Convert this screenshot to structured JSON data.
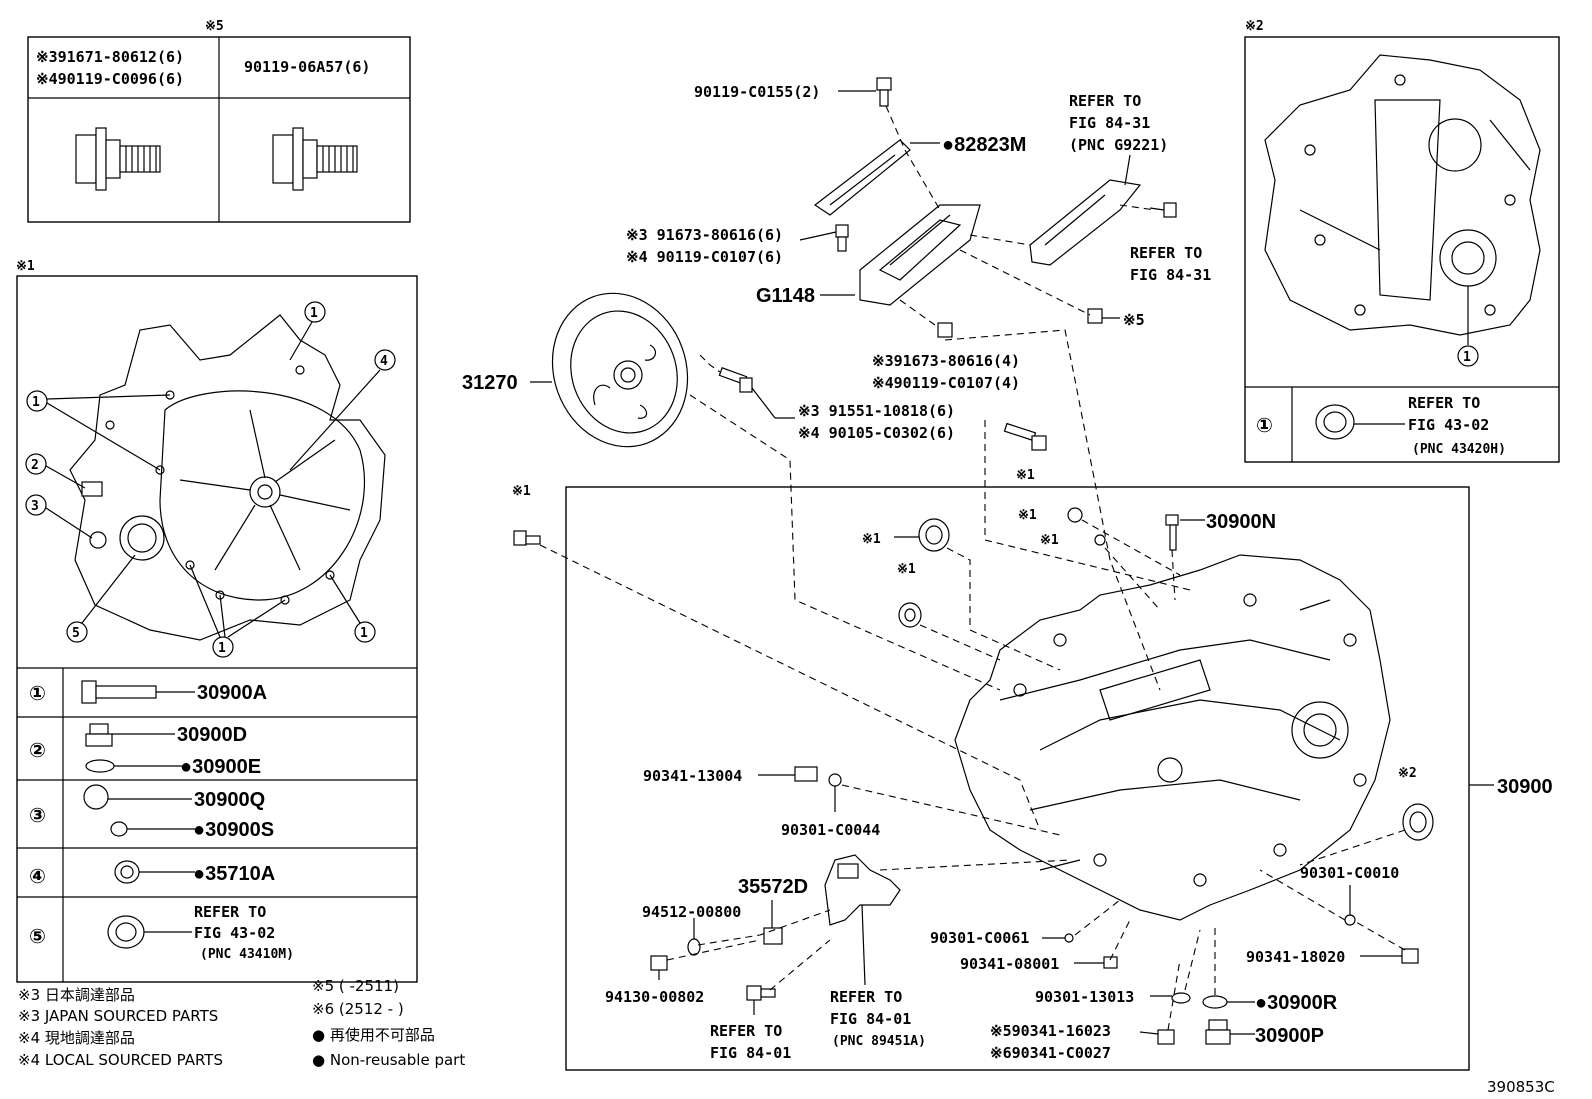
{
  "diagram_id": "390853C",
  "box5": {
    "mark": "※5",
    "col1_line1": "※391671-80612(6)",
    "col1_line2": "※490119-C0096(6)",
    "col2": "90119-06A57(6)"
  },
  "box1": {
    "mark": "※1",
    "rows": [
      {
        "num": "①",
        "parts": [
          "30900A"
        ]
      },
      {
        "num": "②",
        "parts": [
          "30900D",
          "●30900E"
        ]
      },
      {
        "num": "③",
        "parts": [
          "30900Q",
          "●30900S"
        ]
      },
      {
        "num": "④",
        "parts": [
          "●35710A"
        ]
      },
      {
        "num": "⑤",
        "refer": [
          "REFER TO",
          "FIG 43-02",
          "(PNC 43410M)"
        ]
      }
    ]
  },
  "box2": {
    "mark": "※2",
    "num": "①",
    "refer": [
      "REFER TO",
      "FIG 43-02",
      "(PNC 43420H)"
    ]
  },
  "labels": {
    "p90119_c0155": "90119-C0155(2)",
    "p82823m": "●82823M",
    "refer_9221": [
      "REFER TO",
      "FIG 84-31",
      "(PNC G9221)"
    ],
    "refer_8431": [
      "REFER TO",
      "FIG 84-31"
    ],
    "p91673_6": "※3 91673-80616(6)",
    "p90119_c0107_6": "※4 90119-C0107(6)",
    "g1148": "G1148",
    "mark5": "※5",
    "p91673_4": "※391673-80616(4)",
    "p90119_c0107_4": "※490119-C0107(4)",
    "p31270": "31270",
    "p91551": "※3 91551-10818(6)",
    "p90105": "※4 90105-C0302(6)",
    "mark1_a": "※1",
    "mark1_b": "※1",
    "mark1_c": "※1",
    "mark1_d": "※1",
    "mark1_e": "※1",
    "mark1_f": "※1",
    "p30900n": "30900N",
    "p30900": "30900",
    "mark2": "※2",
    "p90341_13004": "90341-13004",
    "p90301_c0044": "90301-C0044",
    "p35572d": "35572D",
    "p94512": "94512-00800",
    "p94130": "94130-00802",
    "refer_8401a": [
      "REFER TO",
      "FIG 84-01"
    ],
    "refer_8401b": [
      "REFER TO",
      "FIG 84-01",
      "(PNC 89451A)"
    ],
    "p90301_c0061": "90301-C0061",
    "p90341_08001": "90341-08001",
    "p90301_13013": "90301-13013",
    "p30900r": "●30900R",
    "p90341_16023": "※590341-16023",
    "p90341_c0027": "※690341-C0027",
    "p30900p": "30900P",
    "p90301_c0010": "90301-C0010",
    "p90341_18020": "90341-18020"
  },
  "legend": {
    "l1": "※3 日本調達部品",
    "l2": "※3 JAPAN SOURCED PARTS",
    "l3": "※4 現地調達部品",
    "l4": "※4 LOCAL SOURCED PARTS",
    "l5": "※5 (      -2511)",
    "l6": "※6 (2512 -      )",
    "l7": "● 再使用不可部品",
    "l8": "● Non-reusable part"
  }
}
